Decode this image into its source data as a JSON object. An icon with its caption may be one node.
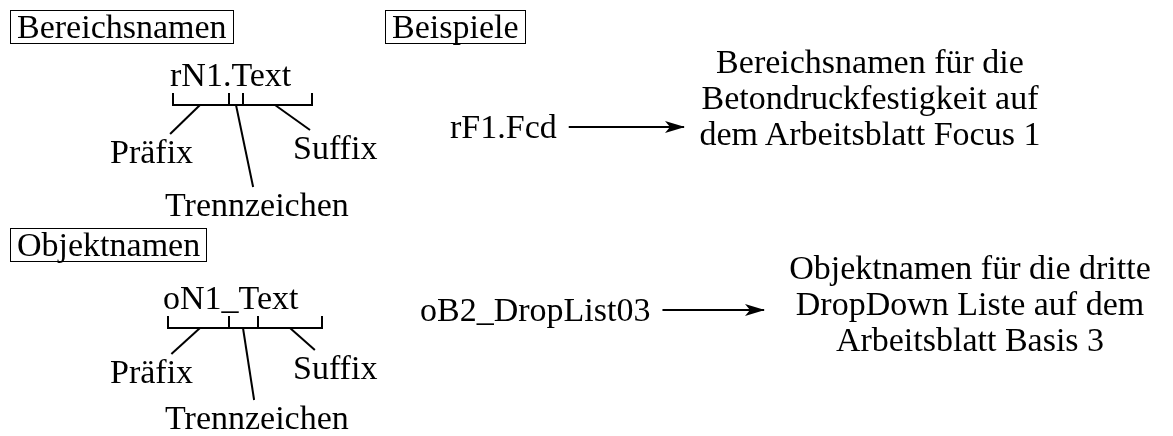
{
  "diagram": {
    "nodes": [
      {
        "text": [
          "Bereichsnamen"
        ]
      },
      {
        "text": [
          "Beispiele"
        ]
      },
      {
        "text": [
          "rF1.Fcd"
        ]
      },
      {
        "text": [
          "Bereichsnamen für die Betondruckfestigkeit auf dem Arbeitsblatt Focus 1"
        ]
      },
      {
        "text": [
          "Präfix"
        ]
      },
      {
        "text": [
          "Suffix"
        ]
      },
      {
        "text": [
          "Trennzeichen"
        ]
      },
      {
        "text": [
          "Objektnamen"
        ]
      },
      {
        "text": [
          "oB2_DropList03"
        ]
      },
      {
        "text": [
          "Objektnamen für die dritte DropDown Liste auf dem Arbeitsblatt Basis 3"
        ]
      },
      {
        "text": [
          "Präfix"
        ]
      },
      {
        "text": [
          "Suffix"
        ]
      },
      {
        "text": [
          "Trennzeichen"
        ]
      }
    ],
    "edges": [
      {
        "from": 2,
        "to": 3,
        "arrow": "to"
      },
      {
        "from": 4,
        "to": null,
        "arrow": "none"
      },
      {
        "from": 5,
        "to": null,
        "arrow": "none"
      },
      {
        "from": 6,
        "to": null,
        "arrow": "none"
      },
      {
        "from": 8,
        "to": 9,
        "arrow": "to"
      },
      {
        "from": 10,
        "to": null,
        "arrow": "none"
      },
      {
        "from": 11,
        "to": null,
        "arrow": "none"
      },
      {
        "from": 12,
        "to": null,
        "arrow": "none"
      }
    ],
    "labels": [
      "rN1.Text",
      "oN1_Text"
    ]
  }
}
